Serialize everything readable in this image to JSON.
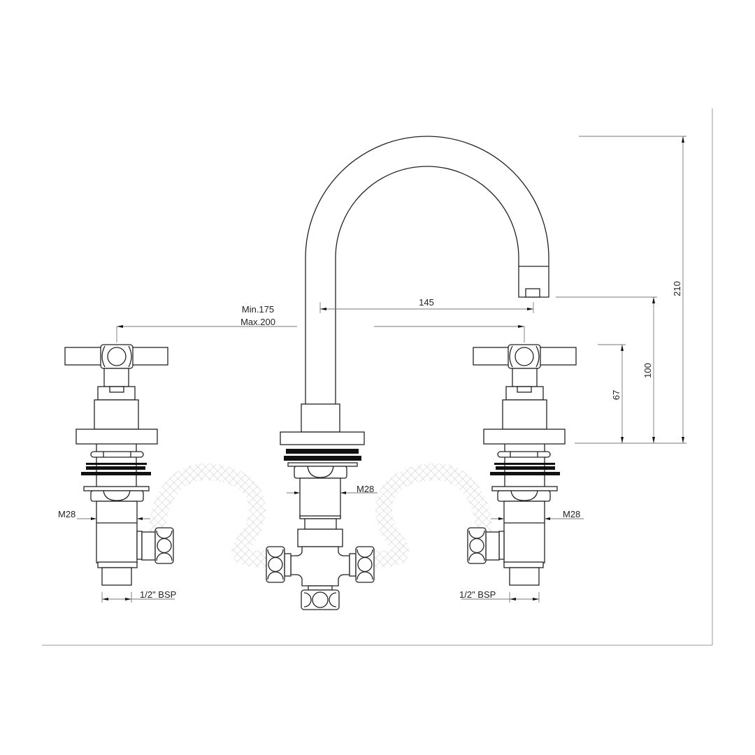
{
  "dimensions": {
    "min_label": "Min.175",
    "max_label": "Max.200",
    "spout_reach": "145",
    "total_height": "210",
    "spout_height": "100",
    "handle_height": "67",
    "thread_center": "M28",
    "thread_left": "M28",
    "thread_right": "M28",
    "inlet_left": "1/2\" BSP",
    "inlet_right": "1/2\" BSP"
  },
  "colors": {
    "line": "#222222",
    "dimension_line": "#777777",
    "hose": "#cccccc"
  }
}
